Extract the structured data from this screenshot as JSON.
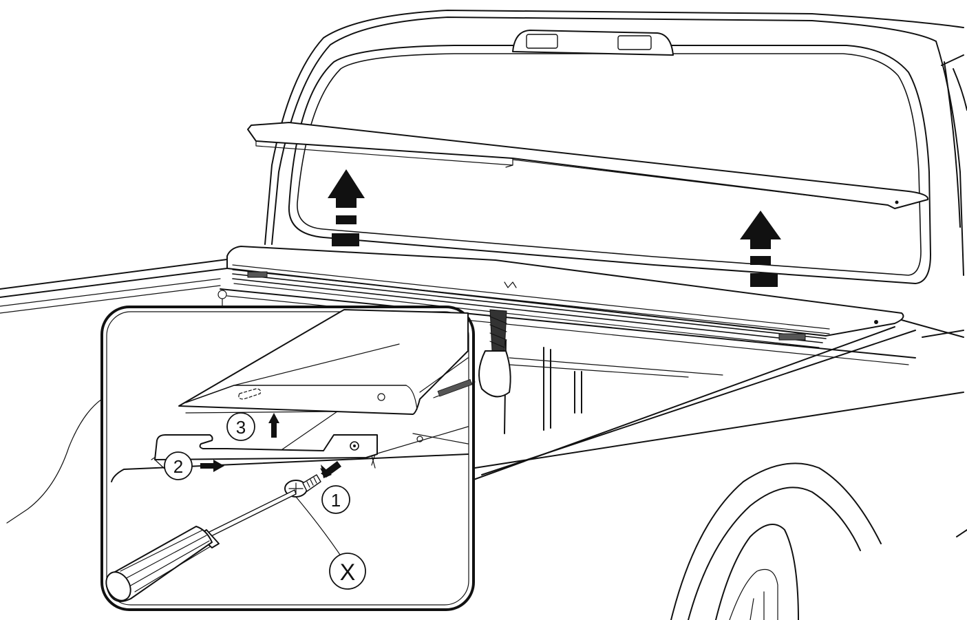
{
  "callouts": {
    "step1": "1",
    "step2": "2",
    "step3": "3",
    "part_x": "X"
  },
  "icons": {
    "lift_arrow": "up-arrow-icon",
    "slide_arrow": "right-arrow-icon",
    "screw": "screw-icon",
    "screwdriver": "screwdriver-icon"
  },
  "colors": {
    "line": "#111111",
    "background": "#ffffff"
  }
}
